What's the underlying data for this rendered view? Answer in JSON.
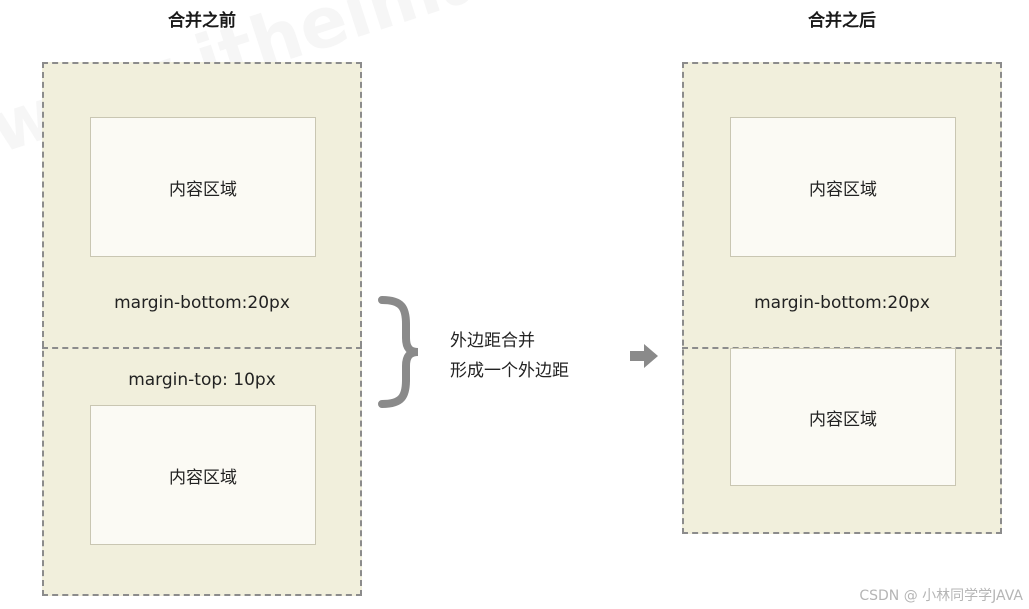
{
  "before": {
    "title": "合并之前",
    "top_content": "内容区域",
    "top_margin_label": "margin-bottom:20px",
    "bottom_margin_label": "margin-top: 10px",
    "bottom_content": "内容区域"
  },
  "after": {
    "title": "合并之后",
    "top_content": "内容区域",
    "margin_label": "margin-bottom:20px",
    "bottom_content": "内容区域"
  },
  "note": {
    "line1": "外边距合并",
    "line2": "形成一个外边距"
  },
  "colors": {
    "margin_fill": "#f1efdc",
    "content_fill": "#fbfaf4",
    "dash": "#8c8c8c",
    "bracket": "#8a8a8a",
    "arrow": "#8a8a8a"
  },
  "watermark": {
    "faint_text": "www.itheima",
    "credit": "CSDN @ 小林同学学JAVA"
  }
}
